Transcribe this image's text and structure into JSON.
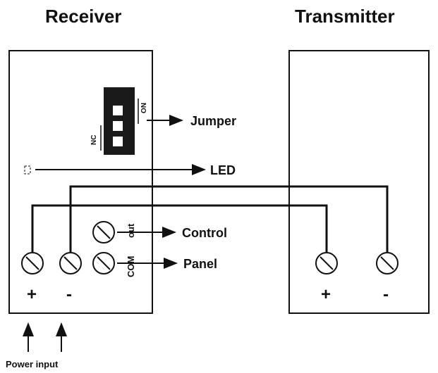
{
  "titles": {
    "receiver": "Receiver",
    "transmitter": "Transmitter"
  },
  "labels": {
    "jumper": "Jumper",
    "led": "LED",
    "control": "Control",
    "panel": "Panel",
    "power_input": "Power input"
  },
  "jumper_labels": {
    "nc": "NC",
    "no": "NO"
  },
  "terminal_labels": {
    "out": "out",
    "com": "COM"
  },
  "polarity": {
    "receiver_plus": "+",
    "receiver_minus": "-",
    "transmitter_plus": "+",
    "transmitter_minus": "-"
  }
}
